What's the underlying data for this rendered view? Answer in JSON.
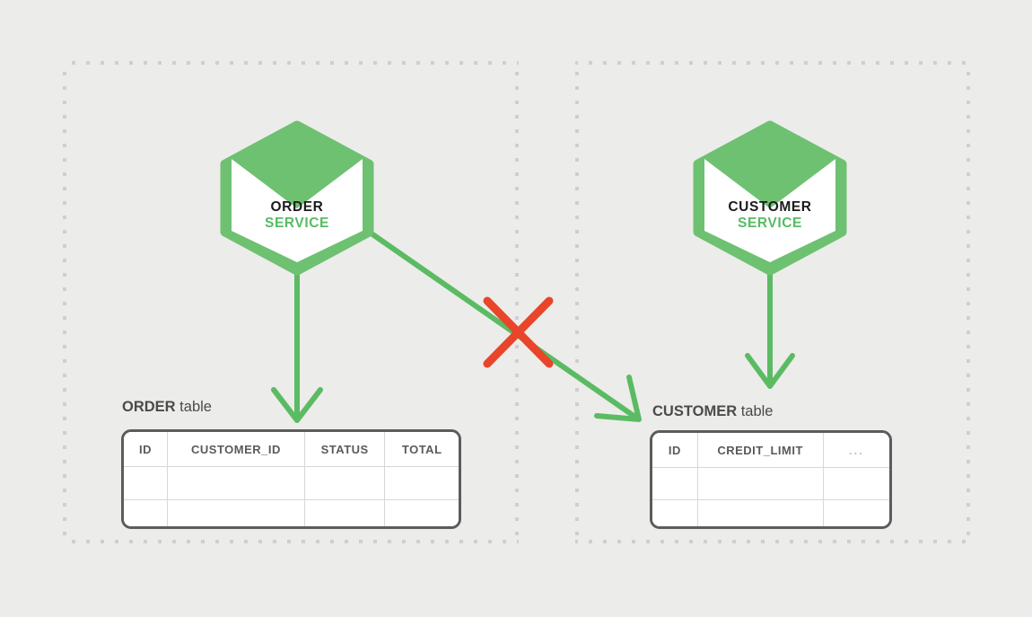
{
  "diagram": {
    "background_color": "#ececea",
    "accent_green": "#57bb63",
    "error_red": "#e8452a",
    "border_gray": "#5c5c5c",
    "dot_gray": "#cfcfcf"
  },
  "services": [
    {
      "id": "order-service",
      "name": "ORDER",
      "subtitle": "SERVICE"
    },
    {
      "id": "customer-service",
      "name": "CUSTOMER",
      "subtitle": "SERVICE"
    }
  ],
  "tables": [
    {
      "id": "order-table",
      "caption_strong": "ORDER",
      "caption_weak": " table",
      "columns": [
        "ID",
        "CUSTOMER_ID",
        "STATUS",
        "TOTAL"
      ],
      "rows": [
        [
          "",
          "",
          "",
          ""
        ],
        [
          "",
          "",
          "",
          ""
        ]
      ]
    },
    {
      "id": "customer-table",
      "caption_strong": "CUSTOMER",
      "caption_weak": " table",
      "columns": [
        "ID",
        "CREDIT_LIMIT",
        "..."
      ],
      "rows": [
        [
          "",
          "",
          ""
        ],
        [
          "",
          "",
          ""
        ]
      ]
    }
  ],
  "connectors": [
    {
      "id": "order-service-to-order-table",
      "kind": "arrow",
      "allowed": true,
      "from": "order-service",
      "to": "order-table"
    },
    {
      "id": "order-service-to-customer-table",
      "kind": "arrow",
      "allowed": false,
      "from": "order-service",
      "to": "customer-table",
      "marker": "forbidden-cross"
    },
    {
      "id": "customer-service-to-customer-table",
      "kind": "arrow",
      "allowed": true,
      "from": "customer-service",
      "to": "customer-table"
    }
  ],
  "boundaries": [
    {
      "id": "order-service-boundary",
      "label": ""
    },
    {
      "id": "customer-service-boundary",
      "label": ""
    }
  ]
}
